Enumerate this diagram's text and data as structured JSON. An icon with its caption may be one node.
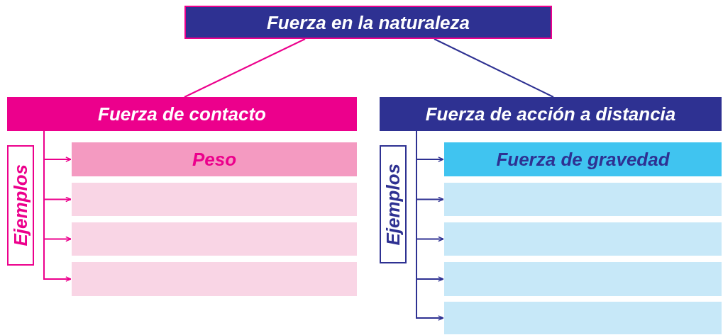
{
  "diagram": {
    "nodes": [
      {
        "text": [
          "Fuerza en la naturaleza"
        ]
      },
      {
        "text": [
          "Fuerza de contacto"
        ]
      },
      {
        "text": [
          "Fuerza de acción a distancia"
        ]
      },
      {
        "text": [
          "Ejemplos"
        ]
      },
      {
        "text": [
          "Peso"
        ]
      },
      {
        "text": [],
        "shape": "box"
      },
      {
        "text": [],
        "shape": "box"
      },
      {
        "text": [],
        "shape": "box"
      },
      {
        "text": [
          "Ejemplos"
        ]
      },
      {
        "text": [
          "Fuerza de gravedad"
        ]
      },
      {
        "text": [],
        "shape": "box"
      },
      {
        "text": [],
        "shape": "box"
      },
      {
        "text": [],
        "shape": "box"
      },
      {
        "text": [],
        "shape": "box"
      }
    ],
    "edges": [
      {
        "from": 0,
        "to": 1,
        "arrow": "none",
        "color": "#ec008c"
      },
      {
        "from": 0,
        "to": 2,
        "arrow": "none"
      },
      {
        "from": 1,
        "to": 4,
        "arrow": "to",
        "color": "#ec008c"
      },
      {
        "from": 1,
        "to": 5,
        "arrow": "to",
        "color": "#ec008c"
      },
      {
        "from": 1,
        "to": 6,
        "arrow": "to",
        "color": "#ec008c"
      },
      {
        "from": 1,
        "to": 7,
        "arrow": "to",
        "color": "#ec008c"
      },
      {
        "from": 2,
        "to": 9,
        "arrow": "to"
      },
      {
        "from": 2,
        "to": 10,
        "arrow": "to"
      },
      {
        "from": 2,
        "to": 11,
        "arrow": "to"
      },
      {
        "from": 2,
        "to": 12,
        "arrow": "to"
      },
      {
        "from": 2,
        "to": 13,
        "arrow": "to"
      }
    ]
  }
}
